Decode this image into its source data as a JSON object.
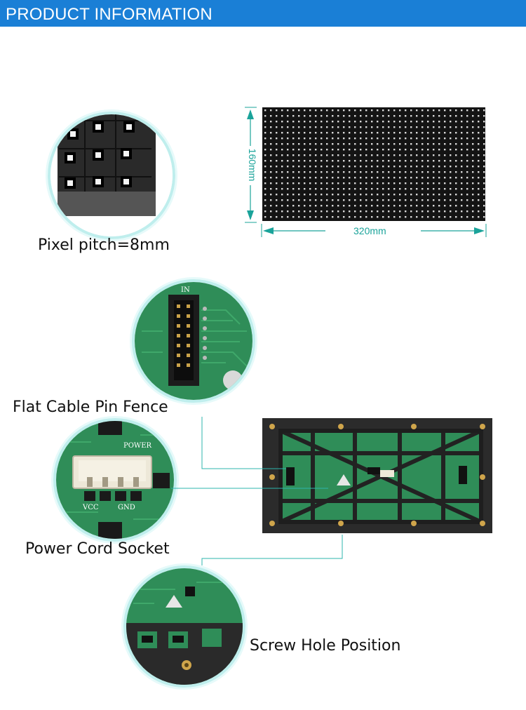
{
  "header": {
    "title": "PRODUCT INFORMATION"
  },
  "dimensions": {
    "height": "160mm",
    "width": "320mm"
  },
  "captions": {
    "pixel_pitch": "Pixel pitch=8mm",
    "flat_cable": "Flat  Cable  Pin  Fence",
    "power_socket": "Power Cord  Socket",
    "screw_hole": "Screw Hole Position"
  },
  "pcb_labels": {
    "in": "IN",
    "power": "POWER",
    "vcc": "VCC",
    "gnd": "GND"
  },
  "colors": {
    "accent": "#1a7fd6",
    "dimension": "#1aa39a",
    "ring": "#bfeeed",
    "pcb": "#2e8a55"
  }
}
